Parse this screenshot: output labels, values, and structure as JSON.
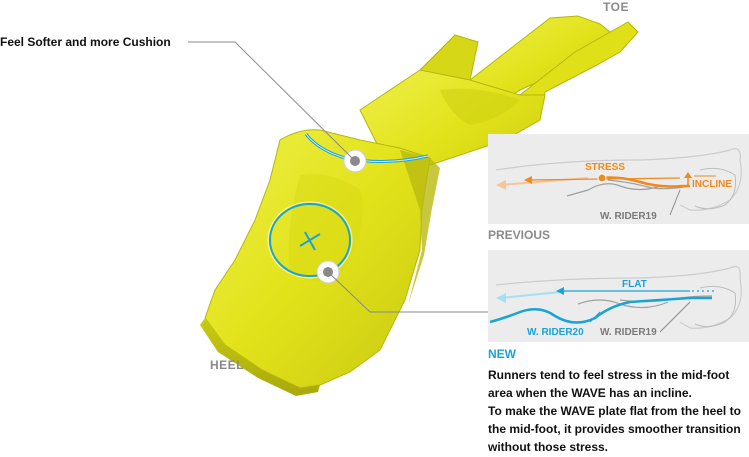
{
  "labels": {
    "toe": "TOE",
    "heel": "HEEL",
    "cushion": "Feel Softer and more Cushion"
  },
  "previous_panel": {
    "caption": "PREVIOUS",
    "stress": "STRESS",
    "incline": "INCLINE",
    "model": "W. RIDER19"
  },
  "new_panel": {
    "caption": "NEW",
    "flat": "FLAT",
    "model_new": "W. RIDER20",
    "model_old": "W. RIDER19"
  },
  "description": {
    "lines": [
      "Runners tend to feel stress in the mid-foot",
      "area when the WAVE has an incline.",
      "To make the WAVE plate flat from the heel to",
      "the mid-foot, it provides smoother transition",
      "without those stress."
    ]
  },
  "colors": {
    "plate": "#e2e21a",
    "plate_shadow": "#b9ba10",
    "accent_blue": "#1aa3d9",
    "accent_orange": "#ef8a1f",
    "panel_bg": "#ececec"
  }
}
